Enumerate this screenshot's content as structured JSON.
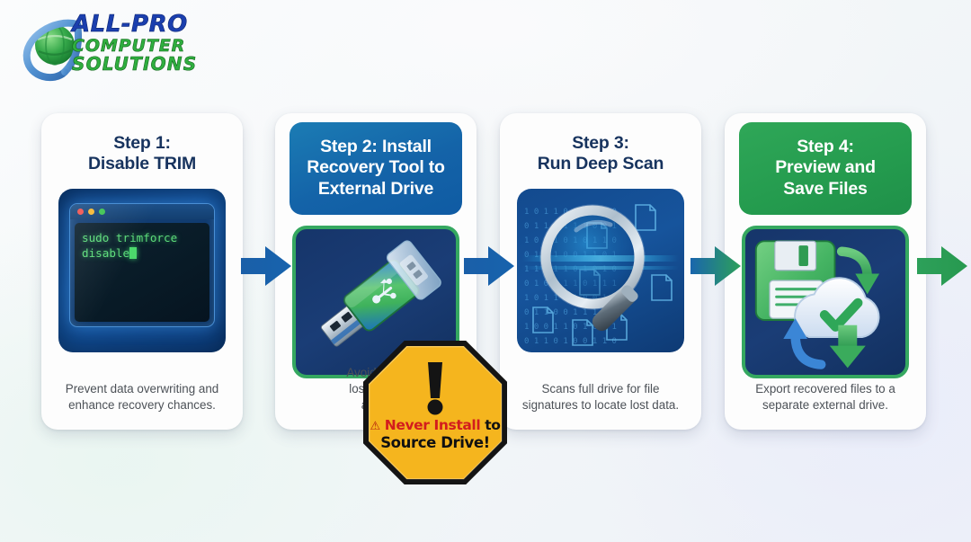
{
  "logo": {
    "line1": "ALL-PRO",
    "line2": "COMPUTER",
    "line3": "SOLUTIONS",
    "mark": "globe-orbit-icon",
    "colors": {
      "blue": "#1b3fae",
      "green": "#2fae3f"
    }
  },
  "background": {
    "base": "#f4f7f9",
    "tint_green": "#e8f5f0",
    "tint_blue": "#e9ecfa"
  },
  "steps": [
    {
      "id": "step-1",
      "title": "Step 1:\nDisable TRIM",
      "title_line1": "Step 1:",
      "title_line2": "Disable TRIM",
      "title_style": "plain",
      "title_color": "#17335e",
      "caption": "Prevent data overwriting and enhance recovery chances.",
      "art": {
        "type": "terminal-window",
        "command_line1": "sudo trimforce",
        "command_line2": "disable",
        "cursor": "block-cursor",
        "traffic_lights": [
          "#f0534f",
          "#f5b731",
          "#3ec452"
        ],
        "text_color": "#5ddc7a",
        "panel_color": "#0e3565"
      }
    },
    {
      "id": "step-2",
      "title": "Step 2: Install Recovery Tool to External Drive",
      "title_line1": "Step 2: Install",
      "title_line2": "Recovery Tool to",
      "title_line3": "External Drive",
      "title_style": "banner-blue",
      "banner_color": "#1463a8",
      "caption_visible": "Avoids ove\nlost files o\naffect",
      "caption_line1": "Avoids ove",
      "caption_line2": "lost files o",
      "caption_line3": "affect",
      "caption_note": "partially hidden behind warning sign",
      "art": {
        "type": "usb-flash-drive",
        "body_colors": [
          "#3fb25c",
          "#1f74c8"
        ],
        "frame_color": "#35a860",
        "background": "#17427e"
      }
    },
    {
      "id": "step-3",
      "title": "Step 3:\nRun Deep Scan",
      "title_line1": "Step 3:",
      "title_line2": "Run Deep Scan",
      "title_style": "plain",
      "title_color": "#17335e",
      "caption": "Scans full drive for file signatures to locate lost data.",
      "art": {
        "type": "magnifier-over-binary",
        "binary_sample": "1010 0110 1101 0101 1001 0111",
        "glass_color": "#bfd3e6",
        "background": "#16549c"
      }
    },
    {
      "id": "step-4",
      "title": "Step 4: Preview and Save Files",
      "title_line1": "Step 4:",
      "title_line2": "Preview and",
      "title_line3": "Save Files",
      "title_style": "banner-green",
      "banner_color": "#249b4e",
      "caption": "Export recovered files to a separate external drive.",
      "art": {
        "type": "save-cloud-check",
        "floppy_color": "#4cb863",
        "cloud_color": "#e3edf8",
        "check_color": "#2fa758",
        "down_arrow_color": "#4cb863",
        "return_arrow_color": "#3b86d6",
        "frame_color": "#35a860",
        "background": "#1a3d76"
      }
    }
  ],
  "arrows": [
    {
      "id": "arrow-1",
      "from": "step-1",
      "to": "step-2",
      "color_start": "#1a5fa8",
      "color_end": "#1763ad"
    },
    {
      "id": "arrow-2",
      "from": "step-2",
      "to": "step-3",
      "color_start": "#1a5fa8",
      "color_end": "#1763ad"
    },
    {
      "id": "arrow-3",
      "from": "step-3",
      "to": "step-4",
      "color_start": "#1a66ad",
      "color_end": "#2da05a"
    },
    {
      "id": "arrow-4",
      "from": "step-4",
      "to": "end",
      "color_start": "#2da05a",
      "color_end": "#27994f"
    }
  ],
  "warning": {
    "shape": "octagon",
    "fill": "#f5b51e",
    "border": "#141414",
    "exclamation": "!",
    "line1_red": "Never Install",
    "line1_black": " to",
    "line2": "Source Drive!",
    "triangle_icon": "warning-triangle-icon",
    "red": "#d31d1d"
  }
}
